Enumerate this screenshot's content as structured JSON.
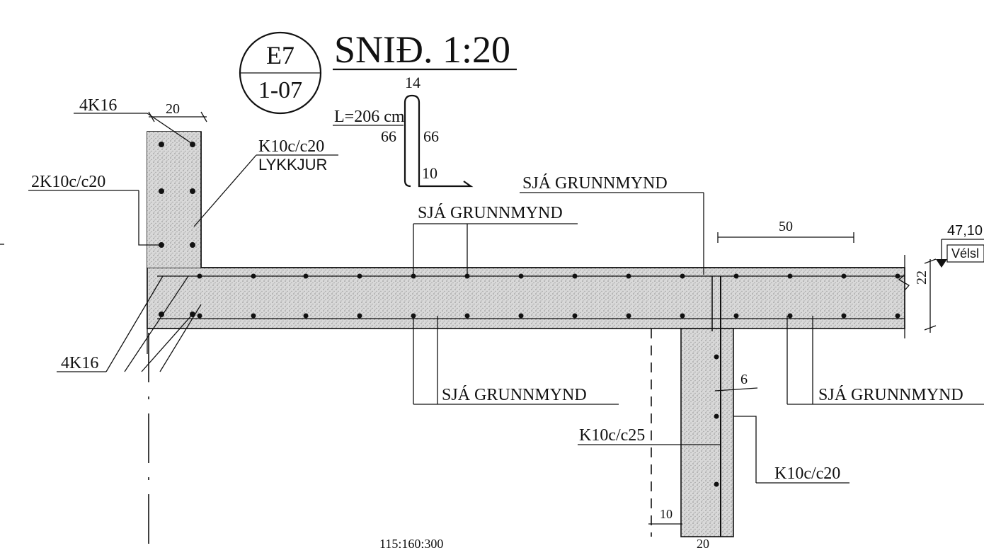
{
  "section": {
    "bubble_top": "E7",
    "bubble_bottom": "1-07",
    "title": "SNIÐ. 1:20"
  },
  "stirrup_shape": {
    "length_label": "L=206 cm",
    "top": "14",
    "left": "66",
    "right": "66",
    "hook": "10"
  },
  "labels": {
    "top_4k16": "4K16",
    "wall_width": "20",
    "k10_lykkjur_line1": "K10c/c20",
    "k10_lykkjur_line2": "LYKKJUR",
    "left_2k10": "2K10c/c20",
    "bottom_4k16": "4K16",
    "sja_grunnmynd_1": "SJÁ GRUNNMYND",
    "sja_grunnmynd_2": "SJÁ GRUNNMYND",
    "sja_grunnmynd_3": "SJÁ GRUNNMYND",
    "sja_grunnmynd_4": "SJÁ GRUNNMYND",
    "dim_50": "50",
    "level_value": "47,10",
    "level_text": "Vélsl",
    "slab_thickness": "22",
    "dim_6": "6",
    "k10_c25": "K10c/c25",
    "k10_c20_right": "K10c/c20",
    "dim_10": "10",
    "bottom_cut_1": "115;160;300",
    "bottom_cut_2": "20"
  }
}
